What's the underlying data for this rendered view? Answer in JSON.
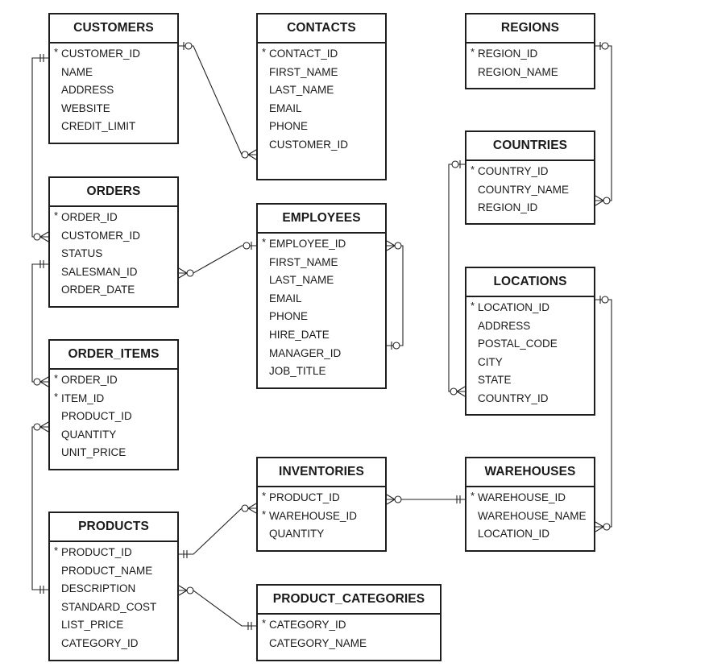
{
  "entities": [
    {
      "name": "CUSTOMERS",
      "attributes": [
        {
          "pk": true,
          "text": "CUSTOMER_ID"
        },
        {
          "text": "NAME"
        },
        {
          "text": "ADDRESS"
        },
        {
          "text": "WEBSITE"
        },
        {
          "text": "CREDIT_LIMIT"
        }
      ]
    },
    {
      "name": "CONTACTS",
      "attributes": [
        {
          "pk": true,
          "text": "CONTACT_ID"
        },
        {
          "text": "FIRST_NAME"
        },
        {
          "text": "LAST_NAME"
        },
        {
          "text": "EMAIL"
        },
        {
          "text": "PHONE"
        },
        {
          "text": "CUSTOMER_ID"
        }
      ]
    },
    {
      "name": "REGIONS",
      "attributes": [
        {
          "pk": true,
          "text": "REGION_ID"
        },
        {
          "text": "REGION_NAME"
        }
      ]
    },
    {
      "name": "COUNTRIES",
      "attributes": [
        {
          "pk": true,
          "text": "COUNTRY_ID"
        },
        {
          "text": "COUNTRY_NAME"
        },
        {
          "text": "REGION_ID"
        }
      ]
    },
    {
      "name": "ORDERS",
      "attributes": [
        {
          "pk": true,
          "text": "ORDER_ID"
        },
        {
          "text": "CUSTOMER_ID"
        },
        {
          "text": "STATUS"
        },
        {
          "text": "SALESMAN_ID"
        },
        {
          "text": "ORDER_DATE"
        }
      ]
    },
    {
      "name": "EMPLOYEES",
      "attributes": [
        {
          "pk": true,
          "text": "EMPLOYEE_ID"
        },
        {
          "text": "FIRST_NAME"
        },
        {
          "text": "LAST_NAME"
        },
        {
          "text": "EMAIL"
        },
        {
          "text": "PHONE"
        },
        {
          "text": "HIRE_DATE"
        },
        {
          "text": "MANAGER_ID"
        },
        {
          "text": "JOB_TITLE"
        }
      ]
    },
    {
      "name": "LOCATIONS",
      "attributes": [
        {
          "pk": true,
          "text": "LOCATION_ID"
        },
        {
          "text": "ADDRESS"
        },
        {
          "text": "POSTAL_CODE"
        },
        {
          "text": "CITY"
        },
        {
          "text": "STATE"
        },
        {
          "text": "COUNTRY_ID"
        }
      ]
    },
    {
      "name": "ORDER_ITEMS",
      "attributes": [
        {
          "pk": true,
          "text": "ORDER_ID"
        },
        {
          "pk": true,
          "text": "ITEM_ID"
        },
        {
          "text": "PRODUCT_ID"
        },
        {
          "text": "QUANTITY"
        },
        {
          "text": "UNIT_PRICE"
        }
      ]
    },
    {
      "name": "INVENTORIES",
      "attributes": [
        {
          "pk": true,
          "text": "PRODUCT_ID"
        },
        {
          "pk": true,
          "text": "WAREHOUSE_ID"
        },
        {
          "text": "QUANTITY"
        }
      ]
    },
    {
      "name": "WAREHOUSES",
      "attributes": [
        {
          "pk": true,
          "text": "WAREHOUSE_ID"
        },
        {
          "text": "WAREHOUSE_NAME"
        },
        {
          "text": "LOCATION_ID"
        }
      ]
    },
    {
      "name": "PRODUCTS",
      "attributes": [
        {
          "pk": true,
          "text": "PRODUCT_ID"
        },
        {
          "text": "PRODUCT_NAME"
        },
        {
          "text": "DESCRIPTION"
        },
        {
          "text": "STANDARD_COST"
        },
        {
          "text": "LIST_PRICE"
        },
        {
          "text": "CATEGORY_ID"
        }
      ]
    },
    {
      "name": "PRODUCT_CATEGORIES",
      "attributes": [
        {
          "pk": true,
          "text": "CATEGORY_ID"
        },
        {
          "text": "CATEGORY_NAME"
        }
      ]
    }
  ],
  "pk_marker": "*"
}
